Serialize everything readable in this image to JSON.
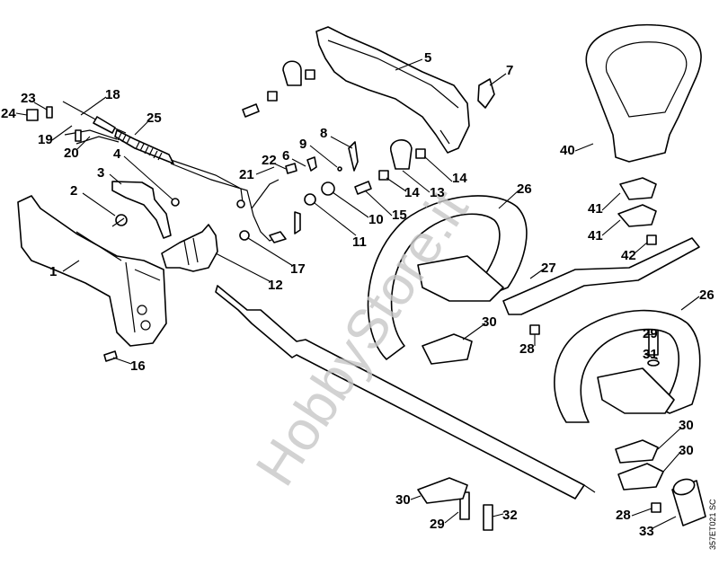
{
  "diagram": {
    "watermark": "HobbyStore.it",
    "drawing_code": "357ET021 SC",
    "callouts": [
      "1",
      "2",
      "3",
      "4",
      "5",
      "6",
      "7",
      "8",
      "9",
      "10",
      "11",
      "12",
      "13",
      "14",
      "14",
      "15",
      "16",
      "17",
      "18",
      "19",
      "20",
      "21",
      "22",
      "23",
      "24",
      "25",
      "26",
      "26",
      "27",
      "28",
      "28",
      "29",
      "29",
      "30",
      "30",
      "30",
      "30",
      "31",
      "32",
      "33",
      "40",
      "41",
      "41",
      "42"
    ]
  }
}
